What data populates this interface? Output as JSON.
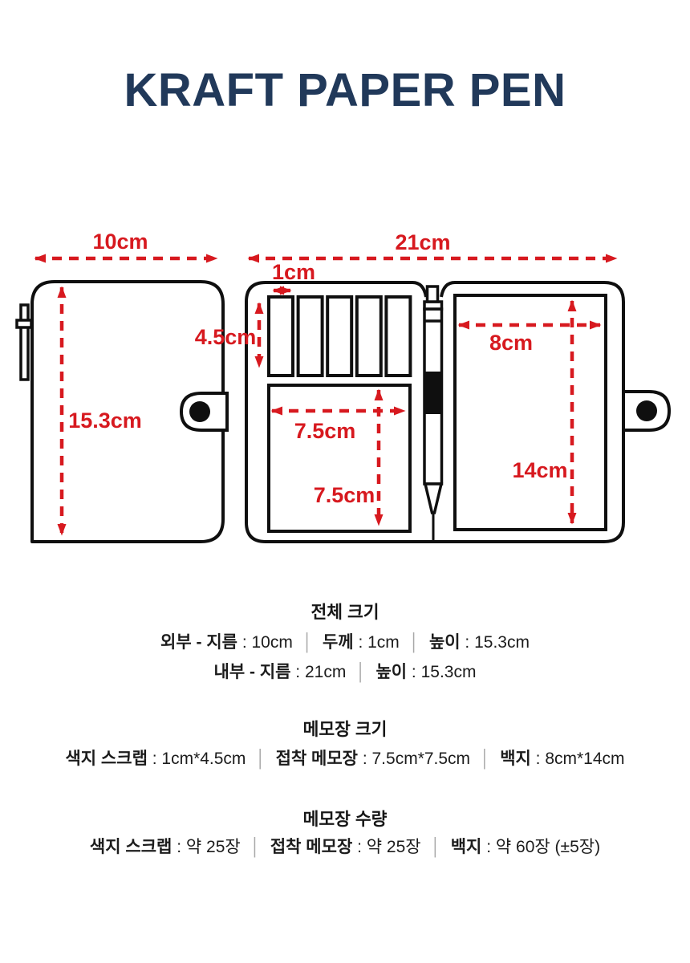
{
  "title": "KRAFT PAPER PEN",
  "separator": "│",
  "colors": {
    "title_navy": "#21395a",
    "dimension_red": "#d7191f",
    "line_black": "#0f0f0f",
    "separator_gray": "#a8a8a8"
  },
  "diagram": {
    "closed_view": {
      "width_label": "10cm",
      "height_label": "15.3cm"
    },
    "open_view": {
      "width_label": "21cm",
      "slot_width_label": "1cm",
      "slot_height_label": "4.5cm",
      "sticky_width_label": "7.5cm",
      "sticky_height_label": "7.5cm",
      "paper_width_label": "8cm",
      "paper_height_label": "14cm"
    }
  },
  "sections": [
    {
      "heading": "전체 크기",
      "rows": [
        [
          {
            "t": "외부 - 지름",
            "b": 1
          },
          {
            "t": " : 10cm",
            "b": 0
          },
          {
            "sep": 1
          },
          {
            "t": "두께",
            "b": 1
          },
          {
            "t": " : 1cm",
            "b": 0
          },
          {
            "sep": 1
          },
          {
            "t": "높이",
            "b": 1
          },
          {
            "t": " : 15.3cm",
            "b": 0
          }
        ],
        [
          {
            "t": "내부 - 지름",
            "b": 1
          },
          {
            "t": " : 21cm",
            "b": 0
          },
          {
            "sep": 1
          },
          {
            "t": "높이",
            "b": 1
          },
          {
            "t": " : 15.3cm",
            "b": 0
          }
        ]
      ]
    },
    {
      "heading": "메모장 크기",
      "rows": [
        [
          {
            "t": "색지 스크랩",
            "b": 1
          },
          {
            "t": " : 1cm*4.5cm",
            "b": 0
          },
          {
            "sep": 1
          },
          {
            "t": "접착 메모장",
            "b": 1
          },
          {
            "t": " : 7.5cm*7.5cm",
            "b": 0
          },
          {
            "sep": 1
          },
          {
            "t": "백지",
            "b": 1
          },
          {
            "t": " : 8cm*14cm",
            "b": 0
          }
        ]
      ]
    },
    {
      "heading": "메모장 수량",
      "rows": [
        [
          {
            "t": "색지 스크랩",
            "b": 1
          },
          {
            "t": " : 약 25장",
            "b": 0
          },
          {
            "sep": 1
          },
          {
            "t": "접착 메모장",
            "b": 1
          },
          {
            "t": " : 약 25장",
            "b": 0
          },
          {
            "sep": 1
          },
          {
            "t": "백지",
            "b": 1
          },
          {
            "t": " : 약 60장 (±5장)",
            "b": 0
          }
        ]
      ]
    }
  ]
}
